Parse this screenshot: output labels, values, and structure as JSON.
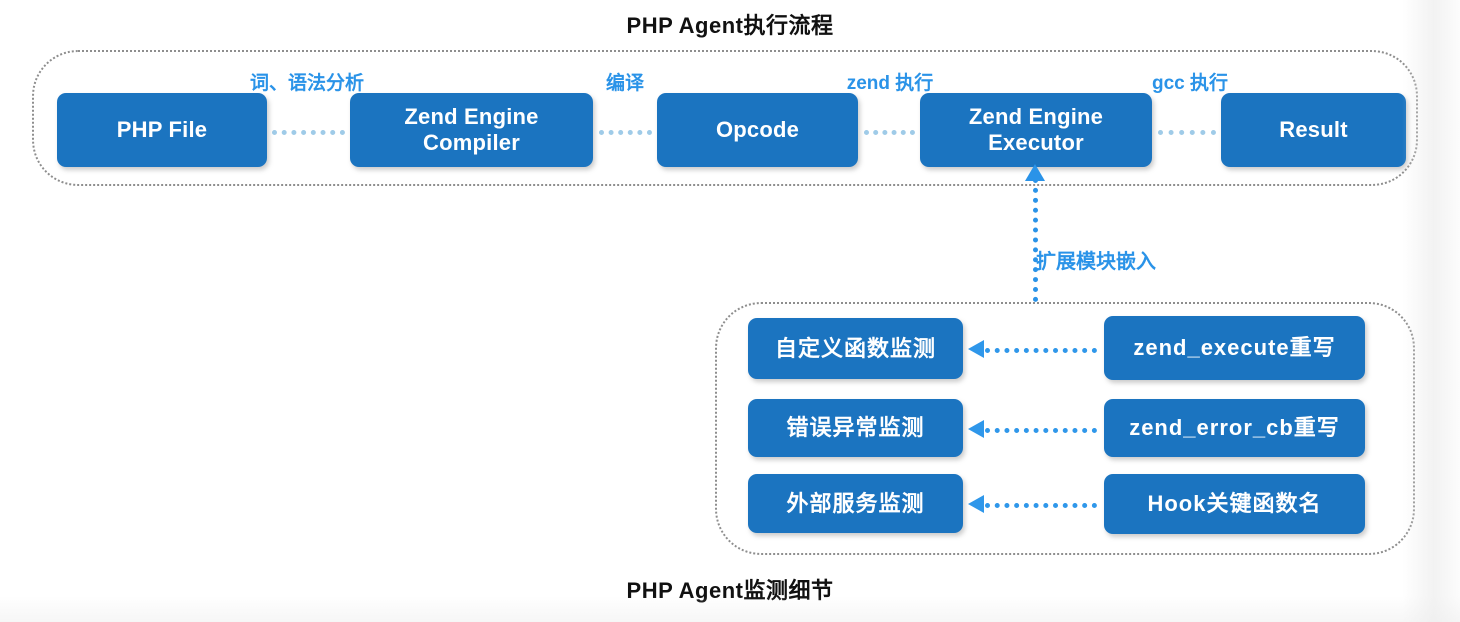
{
  "titles": {
    "top": "PHP Agent执行流程",
    "bottom": "PHP Agent监测细节"
  },
  "colors": {
    "node_blue": "#1b74c0",
    "label_blue": "#2a93e8",
    "connector_blue": "#2f97ea",
    "dashed_gray": "#8e8e8e",
    "node_text": "#ffffff",
    "title_text": "#111111"
  },
  "flow": {
    "nodes": [
      {
        "id": "php-file",
        "label": "PHP File"
      },
      {
        "id": "zend-engine-compiler",
        "label": "Zend Engine\nCompiler"
      },
      {
        "id": "opcode",
        "label": "Opcode"
      },
      {
        "id": "zend-engine-executor",
        "label": "Zend Engine\nExecutor"
      },
      {
        "id": "result",
        "label": "Result"
      }
    ],
    "step_labels": [
      {
        "id": "lexical-syntax-analysis",
        "label": "词、语法分析"
      },
      {
        "id": "compile",
        "label": "编译"
      },
      {
        "id": "zend-execute",
        "label": "zend 执行"
      },
      {
        "id": "gcc-execute",
        "label": "gcc 执行"
      }
    ]
  },
  "bridge": {
    "label": "扩展模块嵌入"
  },
  "detail": {
    "monitors": [
      {
        "id": "custom-function-monitor",
        "label": "自定义函数监测"
      },
      {
        "id": "error-exception-monitor",
        "label": "错误异常监测"
      },
      {
        "id": "external-service-monitor",
        "label": "外部服务监测"
      }
    ],
    "implementations": [
      {
        "id": "zend-execute-rewrite",
        "label": "zend_execute重写"
      },
      {
        "id": "zend-error-cb-rewrite",
        "label": "zend_error_cb重写"
      },
      {
        "id": "hook-key-function-name",
        "label": "Hook关键函数名"
      }
    ]
  }
}
